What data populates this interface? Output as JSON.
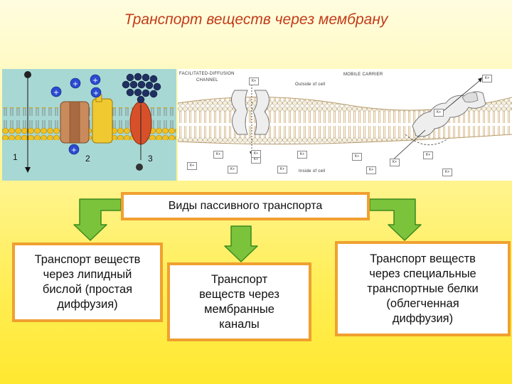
{
  "title": "Транспорт веществ через мембрану",
  "left_panel": {
    "labels": [
      "1",
      "2",
      "3"
    ]
  },
  "right_panel": {
    "channel_label_line1": "FACILITATED-DIFFUSION",
    "channel_label_line2": "CHANNEL",
    "carrier_label": "MOBILE CARRIER",
    "outside_label": "Outside of cell",
    "inside_label": "Inside of cell",
    "ion": "K+"
  },
  "center_label": "Виды пассивного транспорта",
  "categories": [
    {
      "lines": [
        "Транспорт веществ",
        "через липидный",
        "бислой (простая",
        "диффузия)"
      ]
    },
    {
      "lines": [
        "Транспорт",
        "веществ через",
        "мембранные",
        "каналы"
      ]
    },
    {
      "lines": [
        "Транспорт веществ",
        "через специальные",
        "транспортные белки",
        "(облегченная",
        "диффузия)"
      ]
    }
  ],
  "colors": {
    "title": "#c23b1a",
    "box_border": "#f0a030",
    "arrow_fill": "#7cc33c",
    "arrow_stroke": "#3c8a1e"
  }
}
